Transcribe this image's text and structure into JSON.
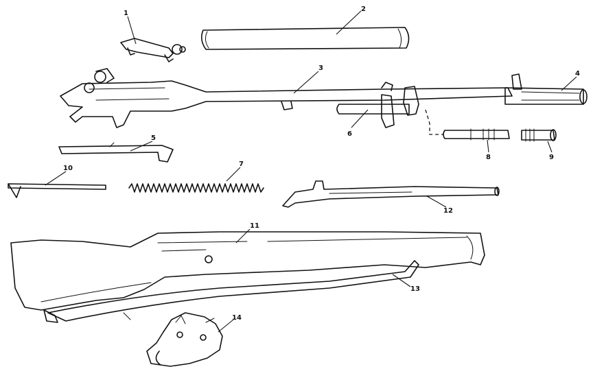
{
  "diagram": {
    "parts": [
      {
        "id": "part-1",
        "number": "1"
      },
      {
        "id": "part-2",
        "number": "2"
      },
      {
        "id": "part-3",
        "number": "3"
      },
      {
        "id": "part-4",
        "number": "4"
      },
      {
        "id": "part-5",
        "number": "5"
      },
      {
        "id": "part-6",
        "number": "6"
      },
      {
        "id": "part-7",
        "number": "7"
      },
      {
        "id": "part-8",
        "number": "8"
      },
      {
        "id": "part-9",
        "number": "9"
      },
      {
        "id": "part-10",
        "number": "10"
      },
      {
        "id": "part-11",
        "number": "11"
      },
      {
        "id": "part-12",
        "number": "12"
      },
      {
        "id": "part-13",
        "number": "13"
      },
      {
        "id": "part-14",
        "number": "14"
      }
    ]
  }
}
